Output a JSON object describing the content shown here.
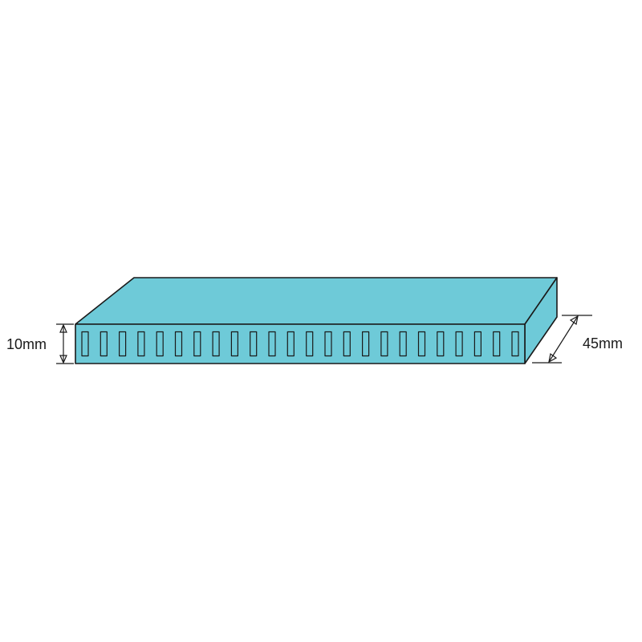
{
  "dimensions": {
    "height_label": "10mm",
    "depth_label": "45mm"
  },
  "panel": {
    "channel_count": 24,
    "fill_color": "#6ecad8",
    "stroke_color": "#1a1a1a"
  }
}
